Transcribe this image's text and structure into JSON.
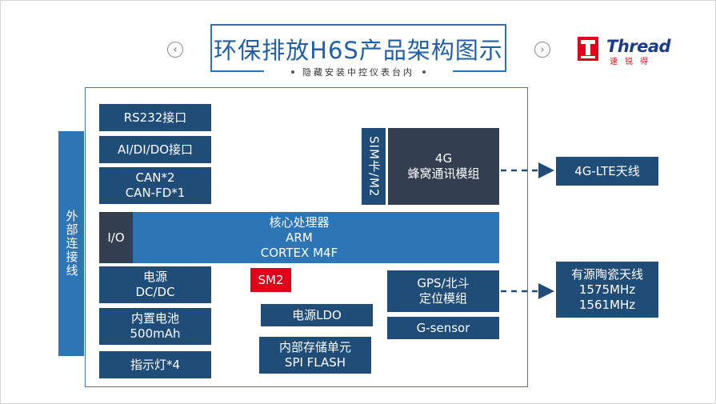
{
  "header": {
    "title": "环保排放H6S产品架构图示",
    "subtitle": "隐藏安装中控仪表台内",
    "prev_glyph": "‹",
    "next_glyph": "›"
  },
  "logo": {
    "word": "Thread",
    "sub": "速锐得",
    "icon": "thread-logo-mark"
  },
  "diagram": {
    "external_interface": "外部连接线",
    "rs232": "RS232接口",
    "aidido": "AI/DI/DO接口",
    "can_1": "CAN*2",
    "can_2": "CAN-FD*1",
    "io": "I/O",
    "cpu_1": "核心处理器",
    "cpu_2": "ARM",
    "cpu_3": "CORTEX M4F",
    "power_1": "电源",
    "power_2": "DC/DC",
    "sm2": "SM2",
    "battery_1": "内置电池",
    "battery_2": "500mAh",
    "ldo": "电源LDO",
    "storage_1": "内部存储单元",
    "storage_2": "SPI FLASH",
    "indicator": "指示灯*4",
    "sim": "SIM卡/M2",
    "cell_1": "4G",
    "cell_2": "蜂窝通讯模组",
    "gps_1": "GPS/北斗",
    "gps_2": "定位模组",
    "gsensor": "G-sensor",
    "lte_antenna": "4G-LTE天线",
    "gps_antenna_1": "有源陶瓷天线",
    "gps_antenna_2": "1575MHz",
    "gps_antenna_3": "1561MHz"
  },
  "colors": {
    "block": "#1f4d78",
    "dark": "#333f50",
    "bright": "#2e75b6",
    "red": "#e2001a",
    "title": "#1f5fa8"
  }
}
